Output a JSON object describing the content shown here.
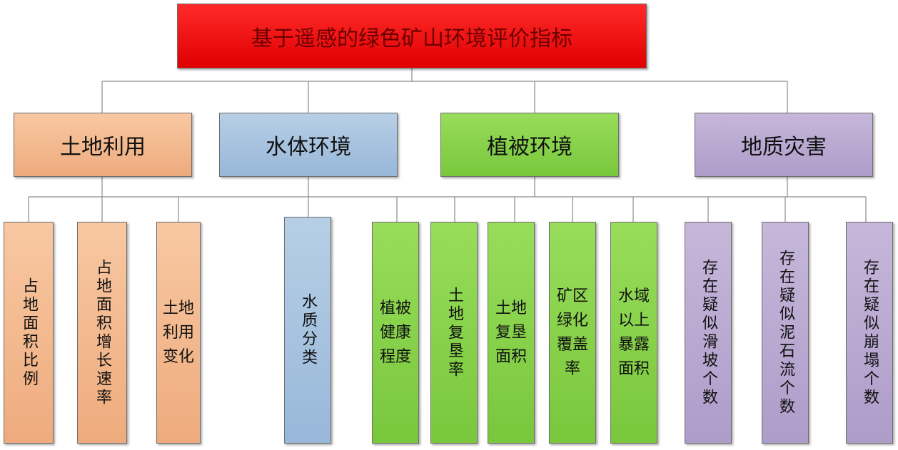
{
  "root": {
    "label": "基于遥感的绿色矿山环境评价指标"
  },
  "categories": [
    {
      "label": "土地利用"
    },
    {
      "label": "水体环境"
    },
    {
      "label": "植被环境"
    },
    {
      "label": "地质灾害"
    }
  ],
  "indicators": [
    {
      "label": "占地面积比例"
    },
    {
      "label": "占地面积增长速率"
    },
    {
      "label": "土地利用变化"
    },
    {
      "label": "水质分类"
    },
    {
      "label": "植被健康程度"
    },
    {
      "label": "土地复垦率"
    },
    {
      "label": "土地复垦面积"
    },
    {
      "label": "矿区绿化覆盖率"
    },
    {
      "label": "水域以上暴露面积"
    },
    {
      "label": "存在疑似滑坡个数"
    },
    {
      "label": "存在疑似泥石流个数"
    },
    {
      "label": "存在疑似崩塌个数"
    }
  ],
  "colors": {
    "root": "#f00000",
    "land": "#f3b88c",
    "water": "#a9c4e2",
    "vegetation": "#86d24a",
    "geohazard": "#b8a8d2",
    "connector": "#8a8a8a"
  }
}
